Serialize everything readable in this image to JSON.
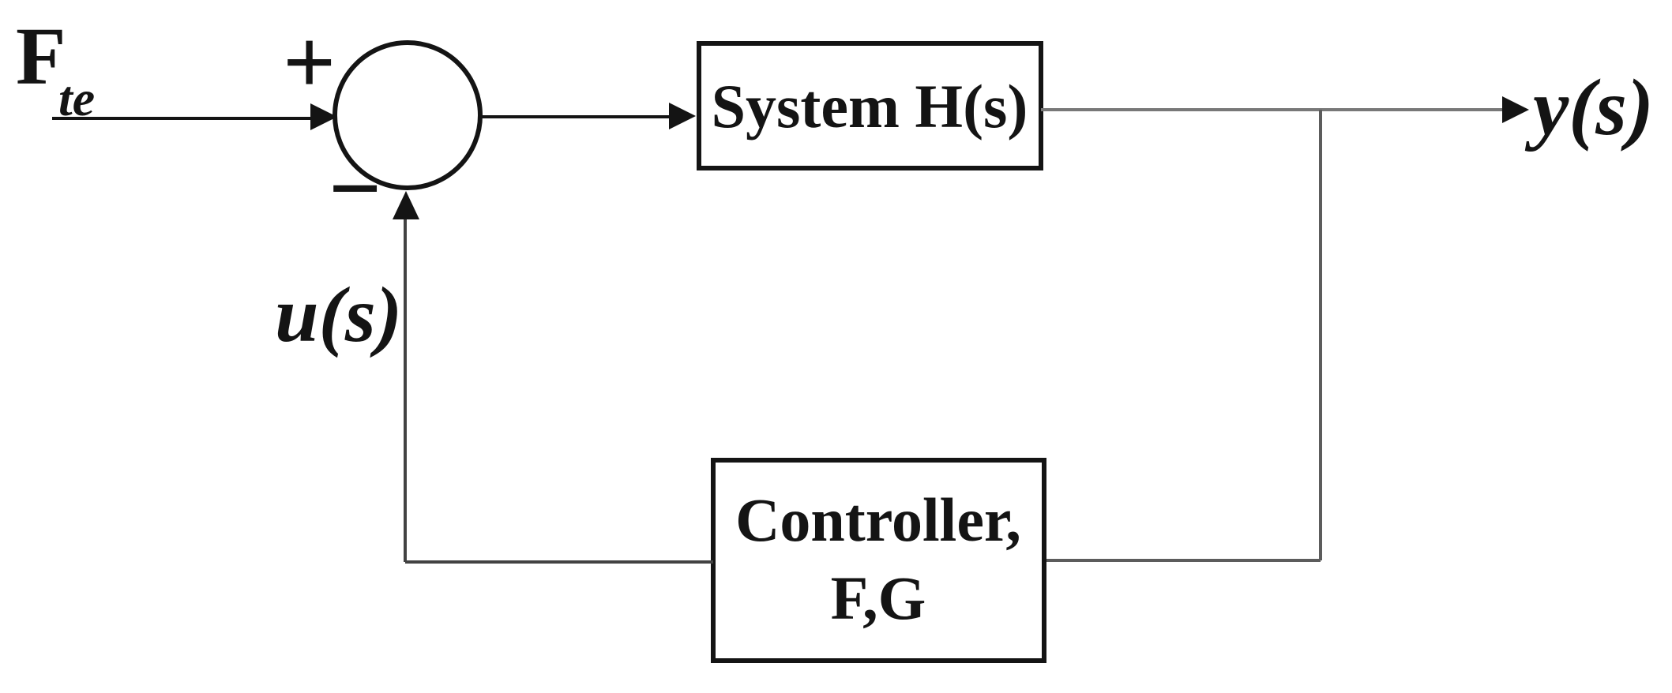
{
  "diagram": {
    "kind": "feedback-control-loop-block-diagram",
    "input_label": {
      "main": "F",
      "subscript": "te"
    },
    "summing_junction": {
      "plus": "+",
      "minus": "−"
    },
    "control_signal_label": "u(s)",
    "output_label": "y(s)",
    "blocks": {
      "system": {
        "label": "System H(s)"
      },
      "controller": {
        "line1": "Controller,",
        "line2": "F,G"
      }
    },
    "colors": {
      "ink": "#141414",
      "output_line": "#787878",
      "feedback_right_line": "#5c5c5c",
      "feedback_left_line": "#424242",
      "background": "#ffffff"
    }
  }
}
